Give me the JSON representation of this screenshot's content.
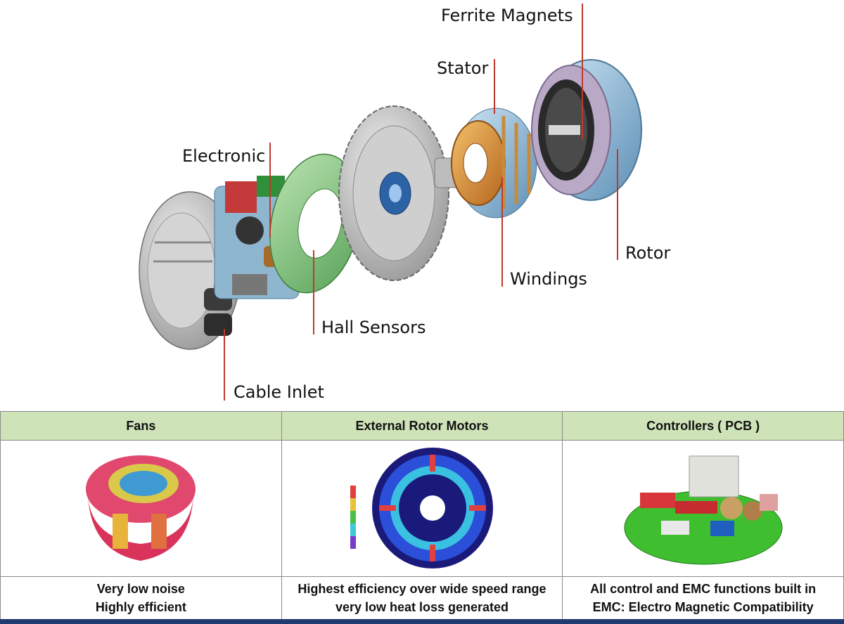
{
  "labels": {
    "ferrite_magnets": "Ferrite Magnets",
    "stator": "Stator",
    "electronic": "Electronic",
    "rotor": "Rotor",
    "windings": "Windings",
    "hall_sensors": "Hall Sensors",
    "cable_inlet": "Cable Inlet"
  },
  "columns": [
    {
      "header": "Fans",
      "lines": [
        "Very low noise",
        "Highly efficient"
      ]
    },
    {
      "header": "External Rotor Motors",
      "lines": [
        "Highest efficiency over wide speed range",
        "very low heat loss generated"
      ]
    },
    {
      "header": "Controllers ( PCB )",
      "lines": [
        "All control and EMC functions built in",
        "EMC: Electro Magnetic Compatibility"
      ]
    }
  ],
  "colors": {
    "header_bg": "#cfe3b8",
    "callout_line": "#c0392b",
    "bottom_bar": "#1f3a6e"
  }
}
